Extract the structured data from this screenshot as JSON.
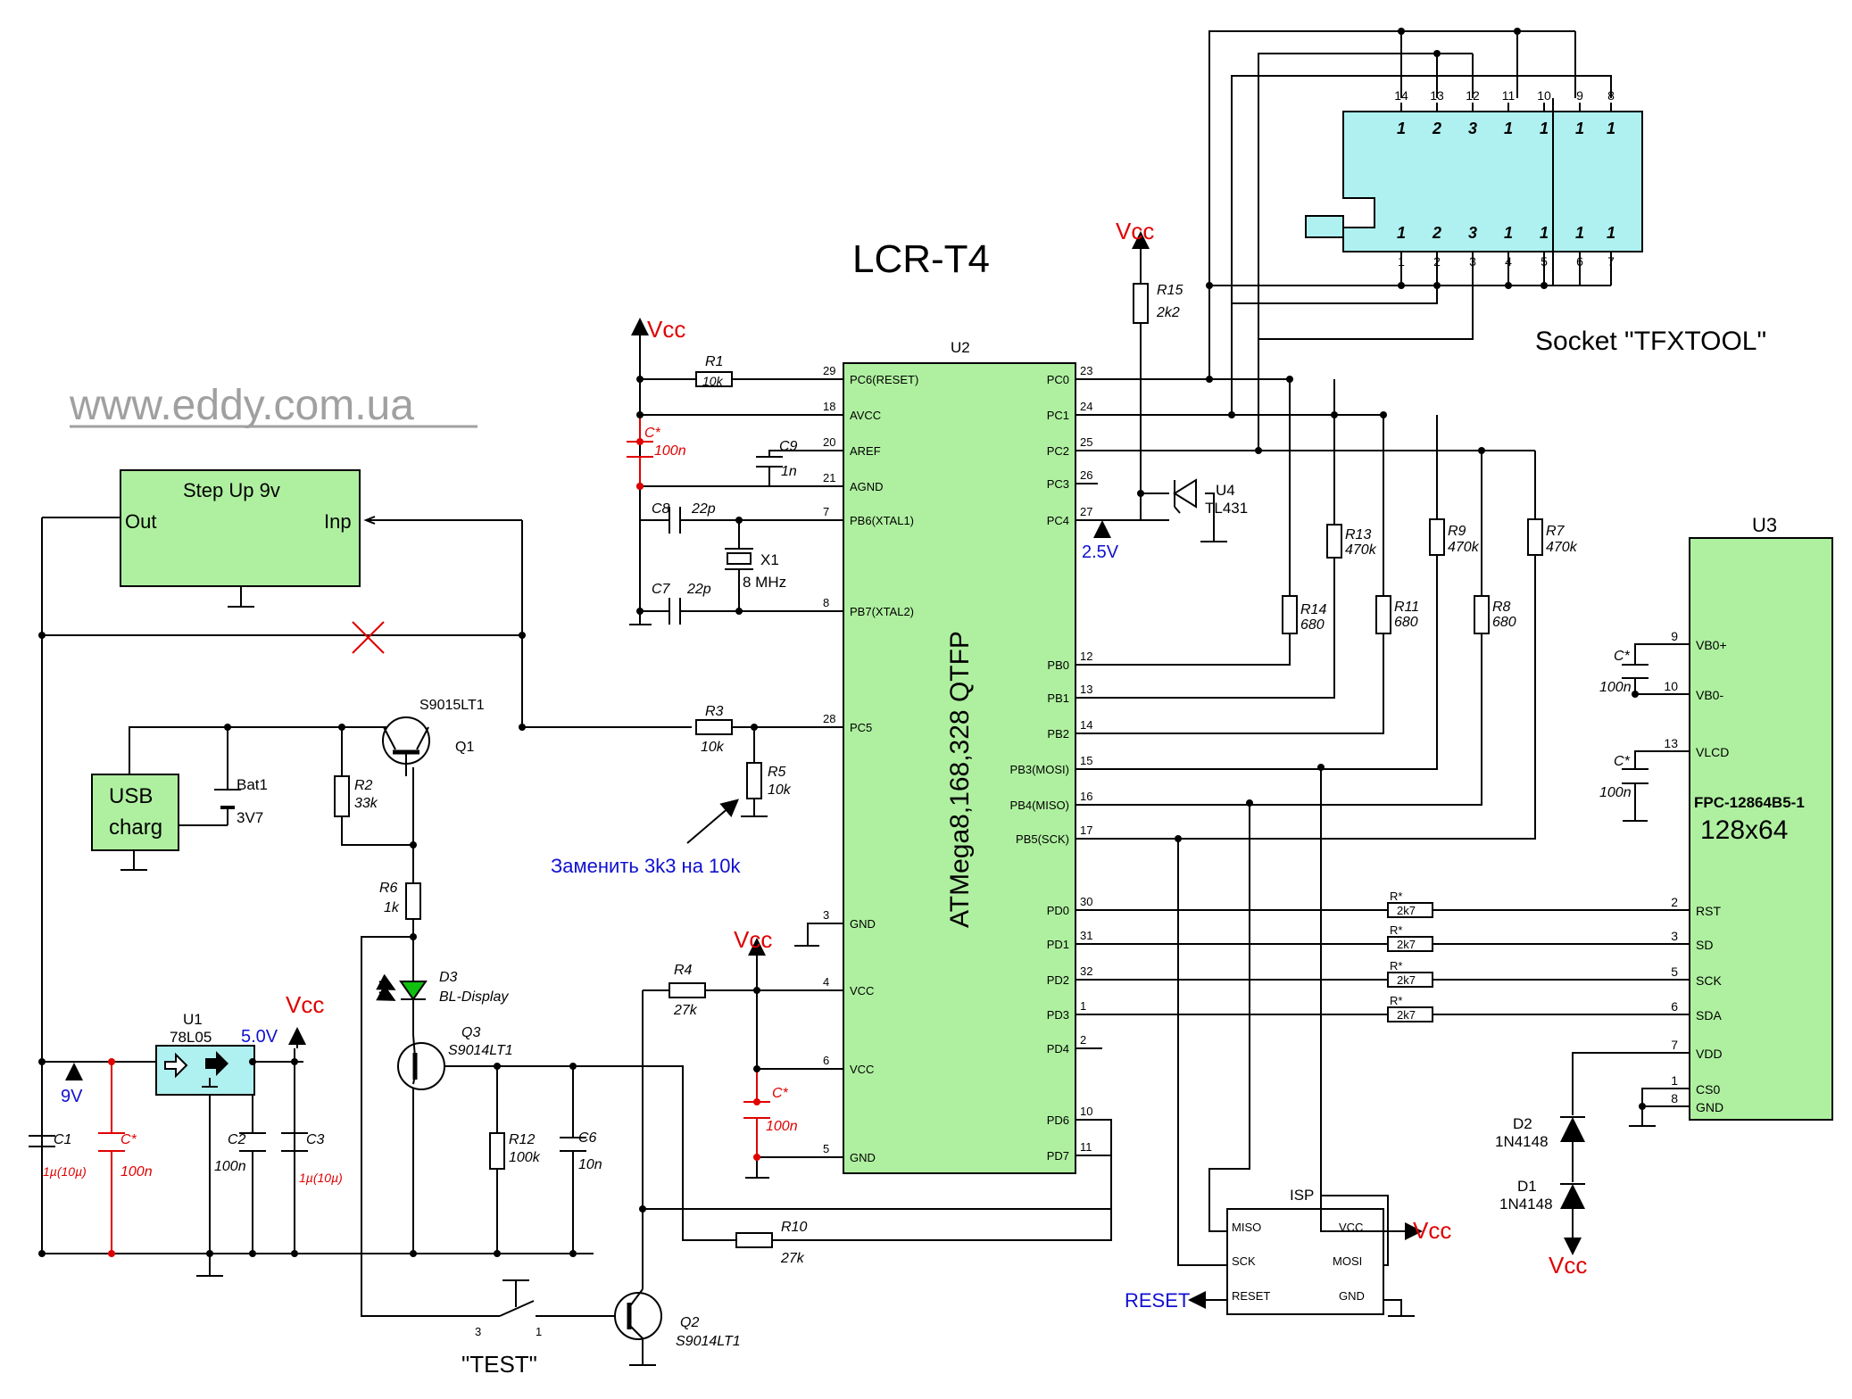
{
  "title": "LCR-T4",
  "website": "www.eddy.com.ua",
  "note_replace": "Заменить 3k3 на 10k",
  "socket_label": "Socket \"TFXTOOL\"",
  "test_label": "\"TEST\"",
  "vcc": "Vcc",
  "reset": "RESET",
  "mcu": {
    "ref": "U2",
    "name": "ATMega8,168,328 QTFP",
    "left_pins": [
      {
        "num": "29",
        "name": "PC6(RESET)"
      },
      {
        "num": "18",
        "name": "AVCC"
      },
      {
        "num": "20",
        "name": "AREF"
      },
      {
        "num": "21",
        "name": "AGND"
      },
      {
        "num": "7",
        "name": "PB6(XTAL1)"
      },
      {
        "num": "8",
        "name": "PB7(XTAL2)"
      },
      {
        "num": "28",
        "name": "PC5"
      },
      {
        "num": "3",
        "name": "GND"
      },
      {
        "num": "4",
        "name": "VCC"
      },
      {
        "num": "6",
        "name": "VCC"
      },
      {
        "num": "5",
        "name": "GND"
      }
    ],
    "right_pins": [
      {
        "num": "23",
        "name": "PC0"
      },
      {
        "num": "24",
        "name": "PC1"
      },
      {
        "num": "25",
        "name": "PC2"
      },
      {
        "num": "26",
        "name": "PC3"
      },
      {
        "num": "27",
        "name": "PC4"
      },
      {
        "num": "12",
        "name": "PB0"
      },
      {
        "num": "13",
        "name": "PB1"
      },
      {
        "num": "14",
        "name": "PB2"
      },
      {
        "num": "15",
        "name": "PB3(MOSI)"
      },
      {
        "num": "16",
        "name": "PB4(MISO)"
      },
      {
        "num": "17",
        "name": "PB5(SCK)"
      },
      {
        "num": "30",
        "name": "PD0"
      },
      {
        "num": "31",
        "name": "PD1"
      },
      {
        "num": "32",
        "name": "PD2"
      },
      {
        "num": "1",
        "name": "PD3"
      },
      {
        "num": "2",
        "name": "PD4"
      },
      {
        "num": "10",
        "name": "PD6"
      },
      {
        "num": "11",
        "name": "PD7"
      }
    ]
  },
  "lcd": {
    "ref": "U3",
    "name": "FPC-12864B5-1",
    "res": "128x64",
    "pins": [
      {
        "num": "9",
        "name": "VB0+"
      },
      {
        "num": "10",
        "name": "VB0-"
      },
      {
        "num": "13",
        "name": "VLCD"
      },
      {
        "num": "2",
        "name": "RST"
      },
      {
        "num": "3",
        "name": "SD"
      },
      {
        "num": "5",
        "name": "SCK"
      },
      {
        "num": "6",
        "name": "SDA"
      },
      {
        "num": "7",
        "name": "VDD"
      },
      {
        "num": "1",
        "name": "CS0"
      },
      {
        "num": "8",
        "name": "GND"
      }
    ]
  },
  "isp": {
    "title": "ISP",
    "left": [
      "MISO",
      "SCK",
      "RESET"
    ],
    "right": [
      "VCC",
      "MOSI",
      "GND"
    ]
  },
  "stepup": {
    "title": "Step Up 9v",
    "out": "Out",
    "inp": "Inp"
  },
  "usb": [
    "USB",
    "charg"
  ],
  "socket": {
    "top_nums": [
      "14",
      "13",
      "12",
      "11",
      "10",
      "9",
      "8"
    ],
    "bottom_nums": [
      "1",
      "2",
      "3",
      "4",
      "5",
      "6",
      "7"
    ],
    "cells": [
      "1",
      "2",
      "3",
      "1",
      "1",
      "1",
      "1"
    ]
  },
  "parts": {
    "r1": [
      "R1",
      "10k"
    ],
    "r2": [
      "R2",
      "33k"
    ],
    "r3": [
      "R3",
      "10k"
    ],
    "r4": [
      "R4",
      "27k"
    ],
    "r5": [
      "R5",
      "10k"
    ],
    "r6": [
      "R6",
      "1k"
    ],
    "r7": [
      "R7",
      "470k"
    ],
    "r8": [
      "R8",
      "680"
    ],
    "r9": [
      "R9",
      "470k"
    ],
    "r10": [
      "R10",
      "27k"
    ],
    "r11": [
      "R11",
      "680"
    ],
    "r12": [
      "R12",
      "100k"
    ],
    "r13": [
      "R13",
      "470k"
    ],
    "r14": [
      "R14",
      "680"
    ],
    "r15": [
      "R15",
      "2k2"
    ],
    "c1": [
      "C1",
      "1µ(10µ)"
    ],
    "c2": [
      "C2",
      "100n"
    ],
    "c3": [
      "C3",
      "1µ(10µ)"
    ],
    "c6": [
      "C6",
      "10n"
    ],
    "c7": [
      "C7",
      "22p"
    ],
    "c8": [
      "C8",
      "22p"
    ],
    "c9": [
      "C9",
      "1n"
    ],
    "cstar": [
      "C*",
      "100n"
    ],
    "x1": [
      "X1",
      "8 MHz"
    ],
    "u1": [
      "U1",
      "78L05"
    ],
    "u4": [
      "U4",
      "TL431"
    ],
    "q1": [
      "Q1",
      "S9015LT1"
    ],
    "q2": [
      "Q2",
      "S9014LT1"
    ],
    "q3": [
      "Q3",
      "S9014LT1"
    ],
    "d1": [
      "D1",
      "1N4148"
    ],
    "d2": [
      "D2",
      "1N4148"
    ],
    "d3": [
      "D3",
      "BL-Display"
    ],
    "bat": [
      "Bat1",
      "3V7"
    ],
    "rstar": [
      "R*",
      "2k7"
    ]
  },
  "voltages": {
    "v9": "9V",
    "v5": "5.0V",
    "v25": "2.5V"
  },
  "switch_pins": [
    "3",
    "1"
  ]
}
